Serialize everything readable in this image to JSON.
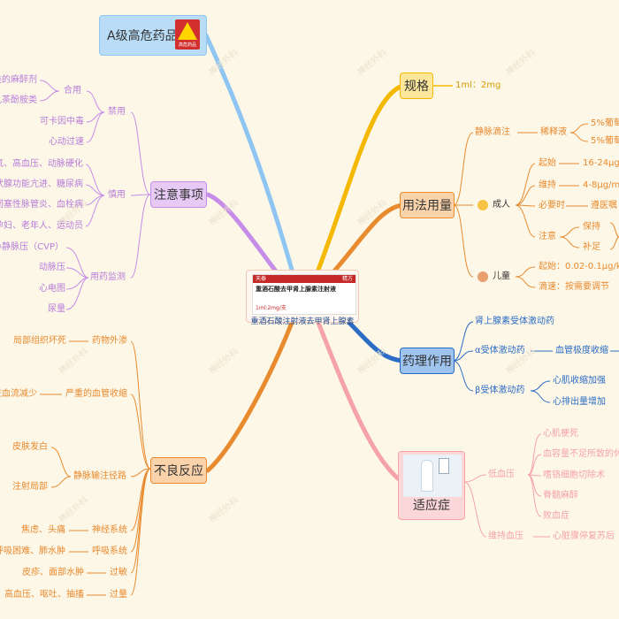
{
  "center": {
    "package_top_left": "天泰",
    "package_top_right": "精方",
    "package_name": "重酒石酸去甲肾上腺素注射液",
    "package_spec": "1ml:2mg/支",
    "label": "重酒石酸注射液去甲肾上腺素"
  },
  "watermark": "神经外科",
  "branches": {
    "high_alert": {
      "label": "A级高危药品",
      "badge_text": "高危药品",
      "color": "#8ec5f2"
    },
    "spec": {
      "label": "规格",
      "value": "1ml：2mg",
      "color": "#f5b800"
    },
    "usage": {
      "label": "用法用量",
      "color": "#e88a2e",
      "iv": "静脉滴注",
      "diluent": "稀释液",
      "d1": "5%葡萄",
      "d2": "5%葡萄",
      "adult": "成人",
      "start": "起始",
      "start_v": "16-24μg/",
      "maint": "维持",
      "maint_v": "4-8μg/m",
      "need": "必要时",
      "need_v": "遵医嘱",
      "note": "注意",
      "keep": "保持",
      "supp": "补足",
      "child": "儿童",
      "c_start": "起始：0.02-0.1μg/k",
      "c_titr": "滴速：按需要调节"
    },
    "pharm": {
      "label": "药理作用",
      "color": "#2b6cc4",
      "p1": "肾上腺素受体激动药",
      "p2": "α受体激动药",
      "p2a": "血管极度收缩",
      "p3": "β受体激动药",
      "p3a": "心肌收缩加强",
      "p3b": "心排出量增加"
    },
    "indication": {
      "label": "适应症",
      "color": "#f5a3a8",
      "low_bp": "低血压",
      "i1": "心肌梗死",
      "i2": "血容量不足所致的休",
      "i3": "嗜铬细胞切除术",
      "i4": "脊髓麻醉",
      "i5": "败血症",
      "maint_bp": "维持血压",
      "i6": "心脏骤停复苏后"
    },
    "cautions": {
      "label": "注意事项",
      "color": "#c58de8",
      "forbid": "禁用",
      "combo": "合用",
      "c1": "类的麻醉剂",
      "c2": "儿茶酚胺类",
      "c3": "可卡因中毒",
      "c4": "心动过速",
      "careful": "慎用",
      "k1": "氧、高血压、动脉硬化",
      "k2": "状腺功能亢进、糖尿病",
      "k3": "闭塞性脉管炎、血栓病",
      "k4": "孕妇、老年人、运动员",
      "monitor": "用药监测",
      "m1": "心静脉压（CVP）",
      "m2": "动脉压",
      "m3": "心电图",
      "m4": "尿量"
    },
    "adverse": {
      "label": "不良反应",
      "color": "#e88a2e",
      "a1": "药物外渗",
      "a1t": "局部组织坏死",
      "a2": "严重的血管收缩",
      "a2t": "脏血流减少",
      "a3": "静脉输注径路",
      "a3t1": "皮肤发白",
      "a3t2": "注射局部",
      "a4": "神经系统",
      "a4t": "焦虑、头痛",
      "a5": "呼吸系统",
      "a5t": "呼吸困难、肺水肿",
      "a6": "过敏",
      "a6t": "皮疹、面部水肿",
      "a7": "过量",
      "a7t": "高血压、呕吐、抽搐"
    }
  }
}
